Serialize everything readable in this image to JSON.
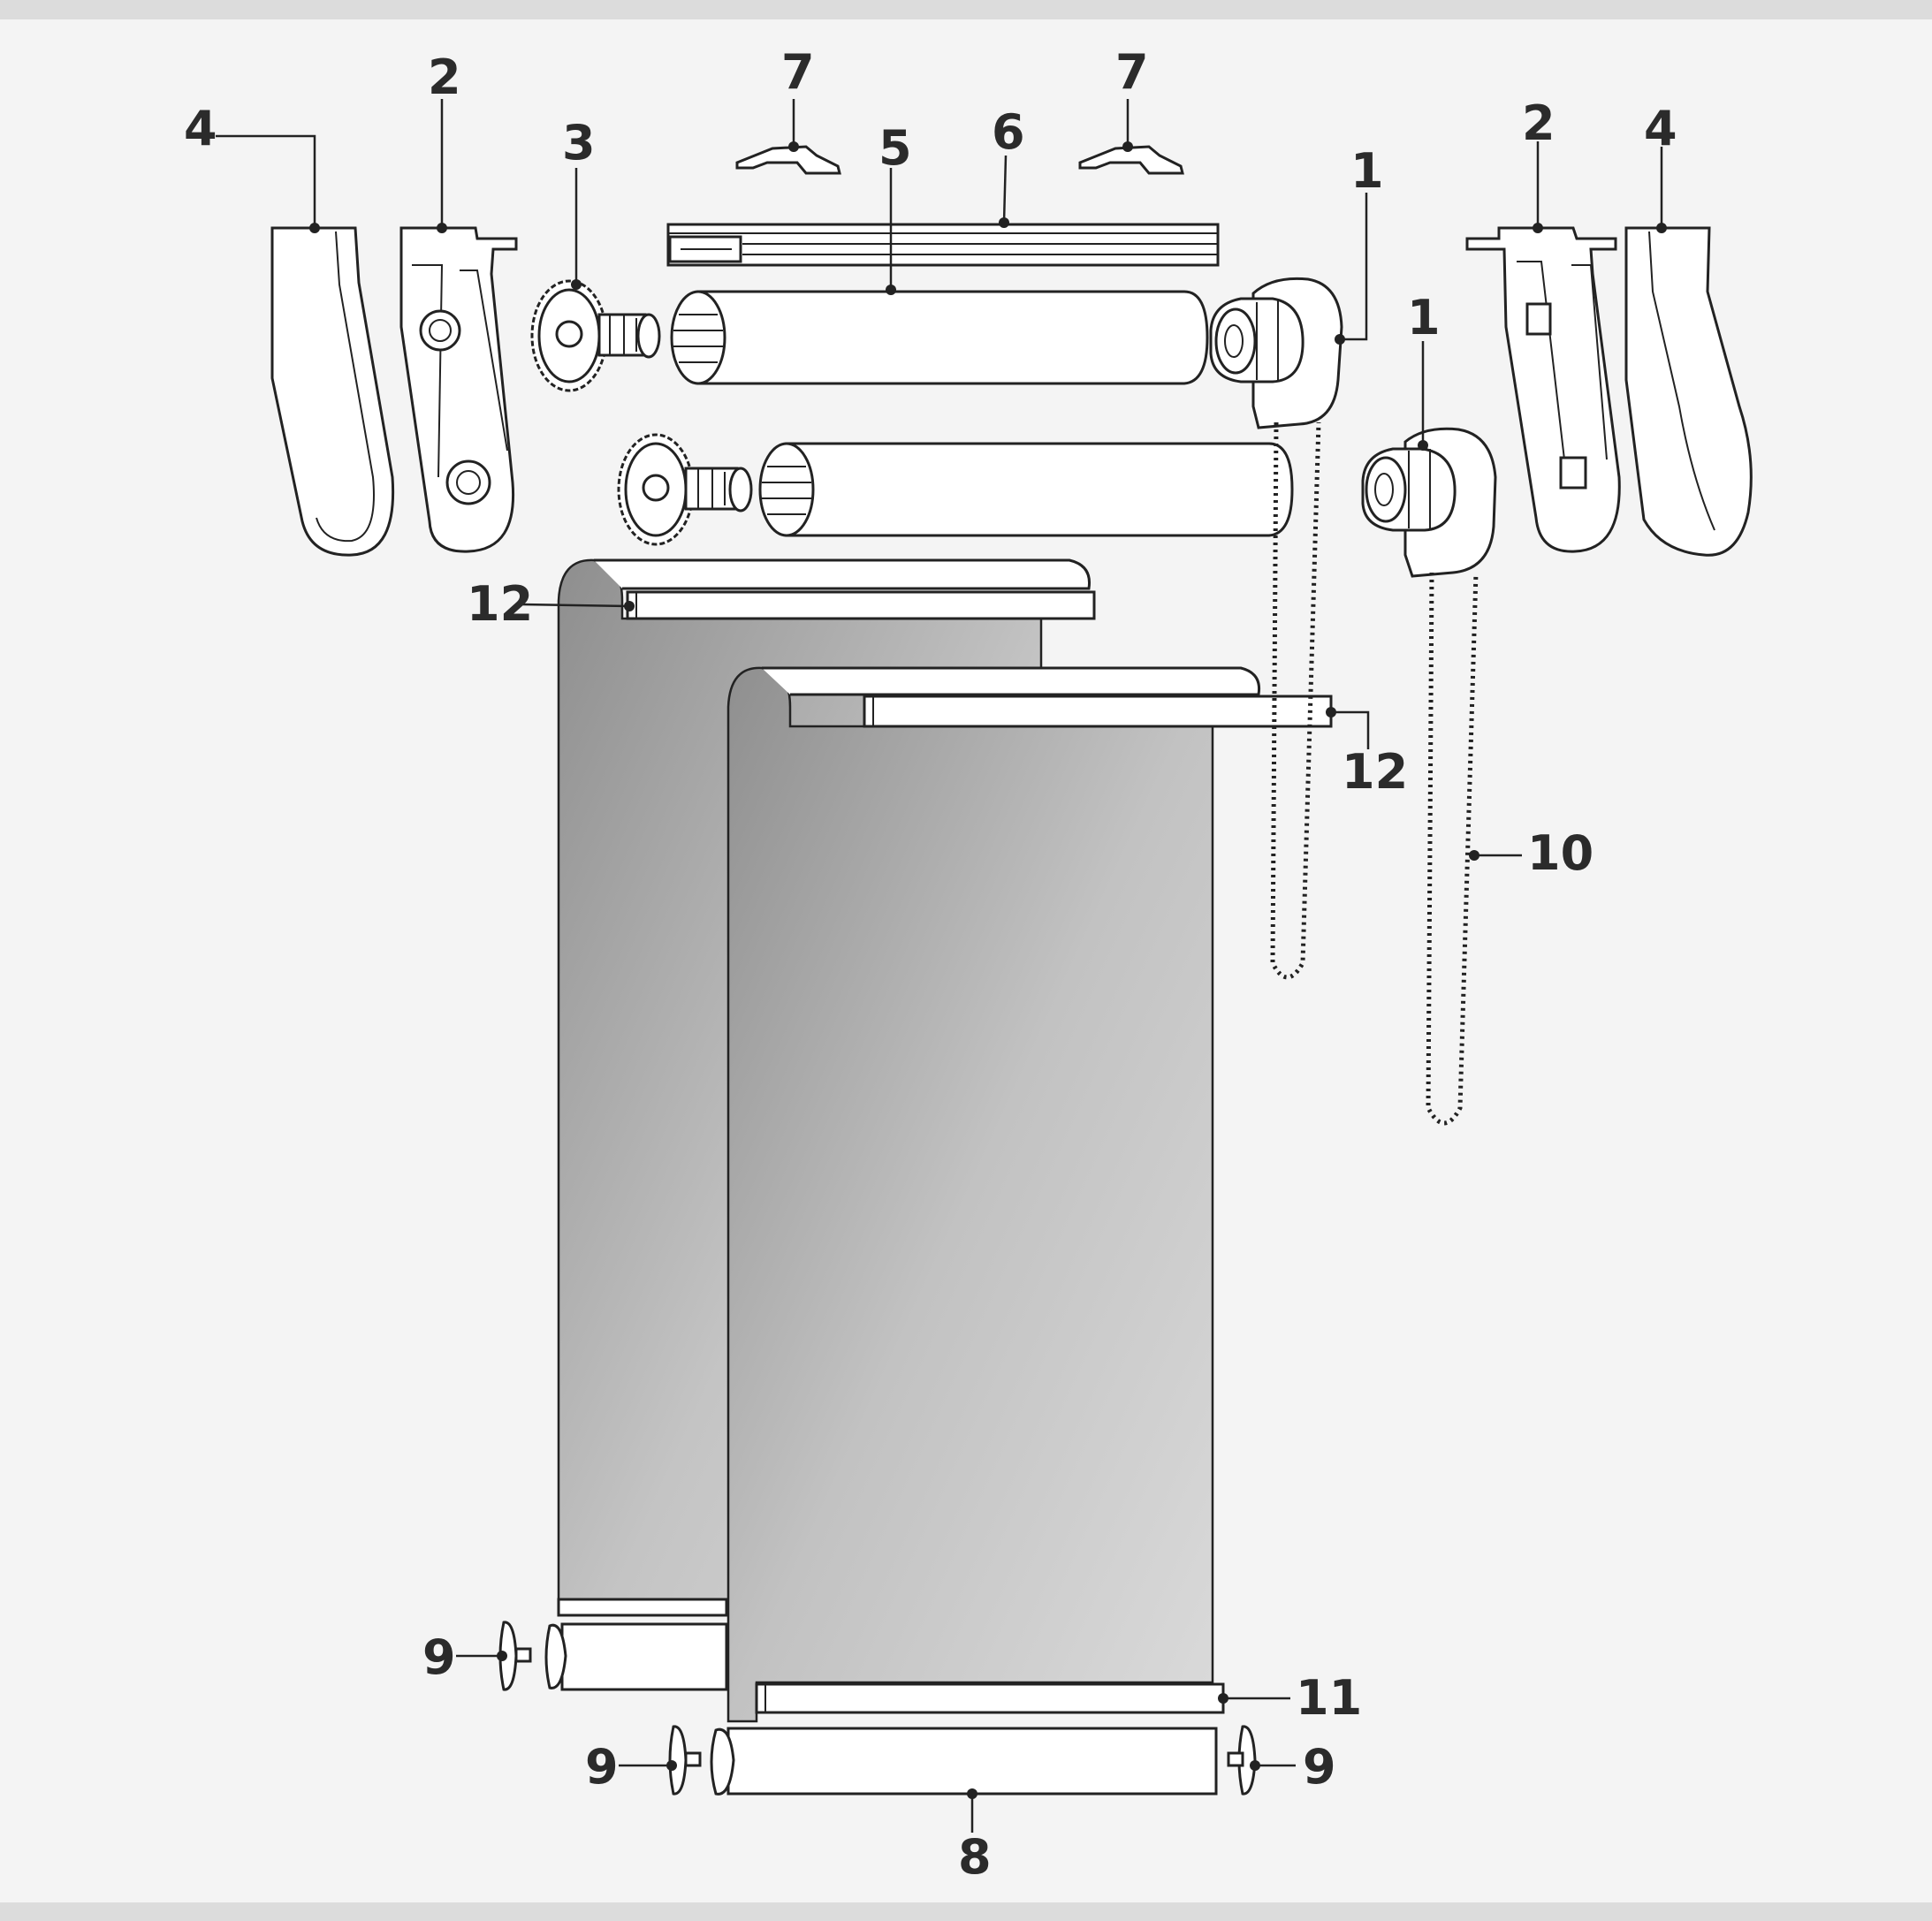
{
  "colors": {
    "background": "#f4f4f4",
    "band": "#dcdcdc",
    "outline": "#222222",
    "fabric_dark": "#8e8e8e",
    "fabric_light": "#d8d8d8",
    "label": "#2b2b2b"
  },
  "callouts": {
    "c1a": "1",
    "c1b": "1",
    "c2a": "2",
    "c2b": "2",
    "c3": "3",
    "c4a": "4",
    "c4b": "4",
    "c5": "5",
    "c6": "6",
    "c7a": "7",
    "c7b": "7",
    "c8": "8",
    "c9a": "9",
    "c9b": "9",
    "c9c": "9",
    "c10": "10",
    "c11": "11",
    "c12a": "12",
    "c12b": "12"
  }
}
